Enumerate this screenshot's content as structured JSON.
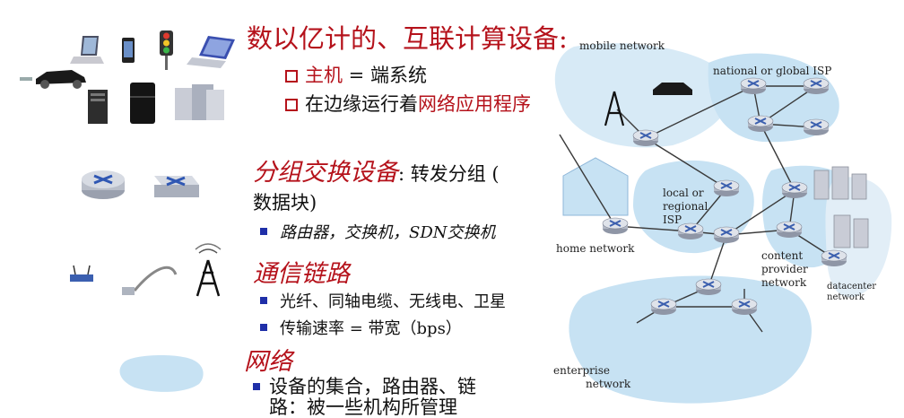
{
  "title": "数以亿计的、互联计算设备:",
  "hosts": {
    "label_red": "主机",
    "label_rest": " = 端系统"
  },
  "edge_apps": {
    "prefix": "在边缘运行着",
    "highlight": "网络应用程序"
  },
  "packet_switch": {
    "heading": "分组交换设备",
    "rest_line1": ": 转发分组 (",
    "rest_line2": "数据块)",
    "examples": "路由器，交换机，SDN交换机"
  },
  "links": {
    "heading": "通信链路",
    "item1": "光纤、同轴电缆、无线电、卫星",
    "item2": "传输速率 = 带宽（bps）"
  },
  "networks": {
    "heading": "网络",
    "line1": "设备的集合，路由器、链",
    "line2": "路：被一些机构所管理"
  },
  "diagram_labels": {
    "mobile": "mobile network",
    "isp": "national or global ISP",
    "regional_1": "local or",
    "regional_2": "regional",
    "regional_3": "ISP",
    "home": "home network",
    "content_1": "content",
    "content_2": "provider",
    "content_3": "network",
    "datacenter_1": "datacenter",
    "datacenter_2": "network",
    "enterprise_1": "enterprise",
    "enterprise_2": "network"
  },
  "colors": {
    "accent_red": "#b5121b",
    "cloud_blue": "#c7e2f3",
    "router_blue": "#3b5fae"
  }
}
